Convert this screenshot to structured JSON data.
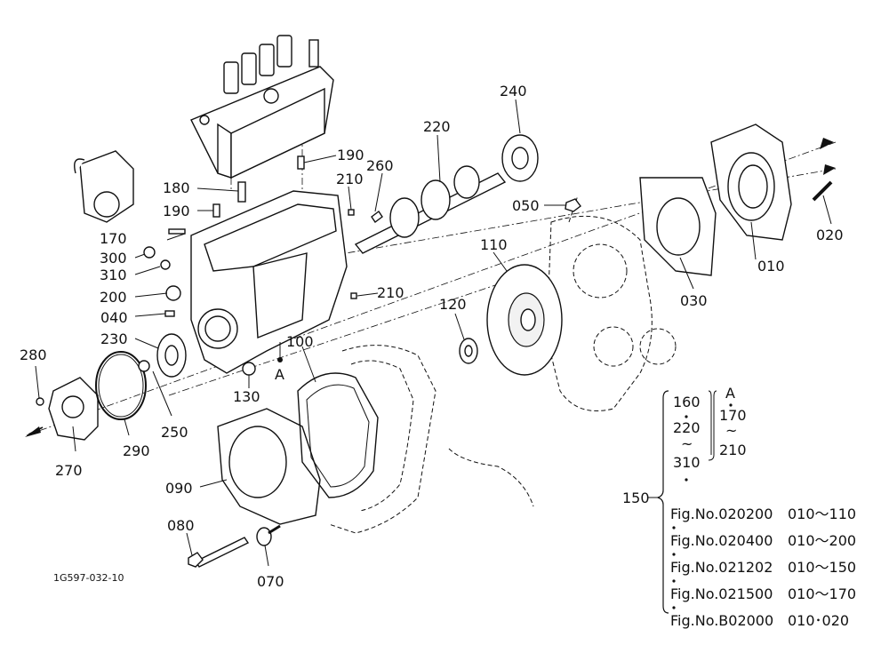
{
  "diagram": {
    "callouts": [
      {
        "id": "010",
        "label": "010"
      },
      {
        "id": "020",
        "label": "020"
      },
      {
        "id": "030",
        "label": "030"
      },
      {
        "id": "040",
        "label": "040"
      },
      {
        "id": "050",
        "label": "050"
      },
      {
        "id": "070",
        "label": "070"
      },
      {
        "id": "080",
        "label": "080"
      },
      {
        "id": "090",
        "label": "090"
      },
      {
        "id": "100",
        "label": "100"
      },
      {
        "id": "110",
        "label": "110"
      },
      {
        "id": "120",
        "label": "120"
      },
      {
        "id": "130",
        "label": "130"
      },
      {
        "id": "170",
        "label": "170"
      },
      {
        "id": "180",
        "label": "180"
      },
      {
        "id": "190a",
        "label": "190"
      },
      {
        "id": "190b",
        "label": "190"
      },
      {
        "id": "200",
        "label": "200"
      },
      {
        "id": "210a",
        "label": "210"
      },
      {
        "id": "210b",
        "label": "210"
      },
      {
        "id": "220",
        "label": "220"
      },
      {
        "id": "230",
        "label": "230"
      },
      {
        "id": "240",
        "label": "240"
      },
      {
        "id": "250",
        "label": "250"
      },
      {
        "id": "260",
        "label": "260"
      },
      {
        "id": "270",
        "label": "270"
      },
      {
        "id": "280",
        "label": "280"
      },
      {
        "id": "290",
        "label": "290"
      },
      {
        "id": "300",
        "label": "300"
      },
      {
        "id": "310",
        "label": "310"
      }
    ],
    "point_a_label": "A",
    "drawing_code": "1G597-032-10"
  },
  "legend": {
    "group_number": "150",
    "range_left": {
      "top": "160",
      "middle": "220",
      "tilde": "~",
      "bottom": "310"
    },
    "range_right": {
      "top": "A",
      "middle": "170",
      "tilde": "~",
      "bottom": "210"
    },
    "references": [
      {
        "fig": "Fig.No.020200",
        "range": "010～110"
      },
      {
        "fig": "Fig.No.020400",
        "range": "010～200"
      },
      {
        "fig": "Fig.No.021202",
        "range": "010～150"
      },
      {
        "fig": "Fig.No.021500",
        "range": "010～170"
      },
      {
        "fig": "Fig.No.B02000",
        "range": "010･020"
      }
    ]
  }
}
